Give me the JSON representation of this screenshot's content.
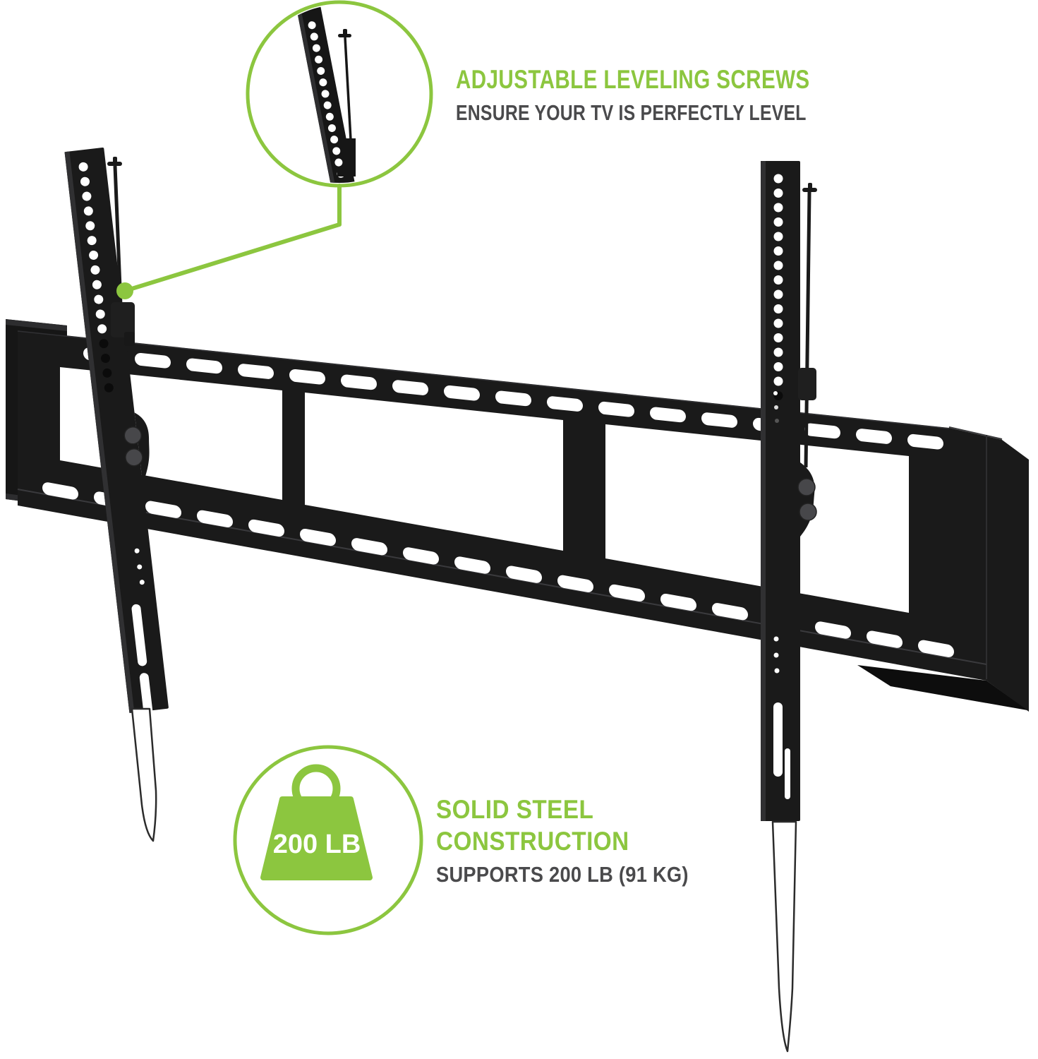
{
  "product_image": {
    "description": "black tilting TV wall mount bracket",
    "callout_top": {
      "title": "ADJUSTABLE LEVELING SCREWS",
      "subtitle": "ENSURE YOUR TV IS PERFECTLY LEVEL"
    },
    "callout_bottom": {
      "title_line1": "SOLID STEEL",
      "title_line2": "CONSTRUCTION",
      "subtitle": "SUPPORTS 200 LB (91 KG)",
      "weight_badge_label": "200 LB"
    },
    "icons": {
      "weight_icon": "kettlebell-weight",
      "detail_circle_icon": "magnified-detail-circle",
      "pointer_dot_icon": "callout-anchor-dot"
    },
    "colors": {
      "accent_green": "#8CC63F",
      "text_dark": "#4A4A4C",
      "mount_black": "#1A1A1A",
      "background": "#FFFFFF"
    }
  }
}
